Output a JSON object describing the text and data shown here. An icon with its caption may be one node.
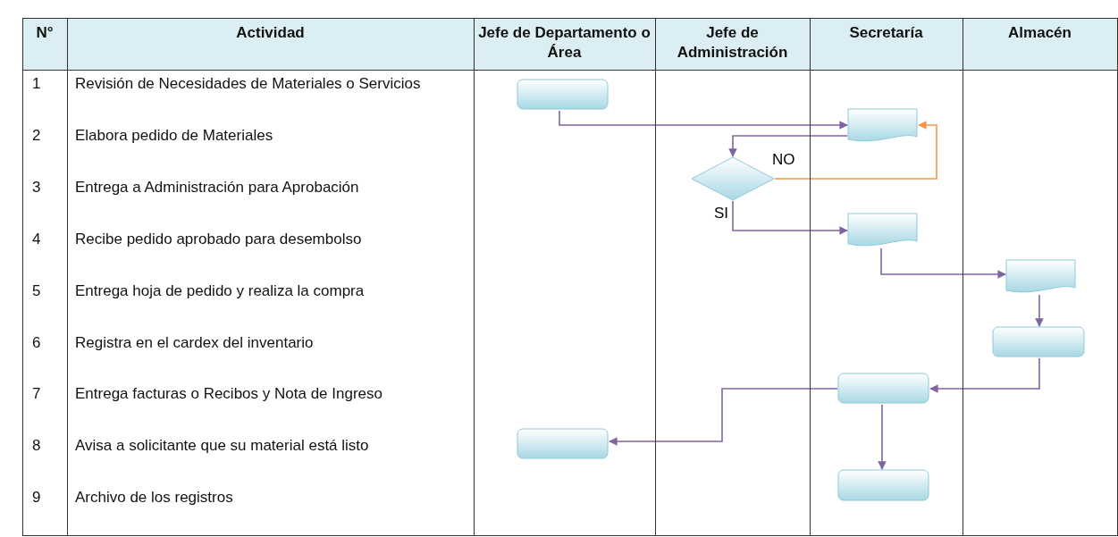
{
  "diagram": {
    "nodes": [
      {
        "text": [],
        "shape": "box"
      },
      {
        "text": [],
        "shape": "document"
      },
      {
        "text": [],
        "shape": "diamond"
      },
      {
        "text": [],
        "shape": "document"
      },
      {
        "text": [],
        "shape": "document"
      },
      {
        "text": [],
        "shape": "box"
      },
      {
        "text": [],
        "shape": "box"
      },
      {
        "text": [],
        "shape": "box"
      },
      {
        "text": [],
        "shape": "box"
      }
    ],
    "edges": [
      {
        "from": 0,
        "to": 1,
        "arrow": "to"
      },
      {
        "from": 1,
        "to": 2,
        "arrow": "to"
      },
      {
        "from": 2,
        "to": 1,
        "arrow": "to",
        "label": "NO",
        "color": "#f79646"
      },
      {
        "from": 2,
        "to": 3,
        "arrow": "to",
        "label": "SI"
      },
      {
        "from": 3,
        "to": 4,
        "arrow": "to"
      },
      {
        "from": 4,
        "to": 5,
        "arrow": "to"
      },
      {
        "from": 5,
        "to": 6,
        "arrow": "to"
      },
      {
        "from": 6,
        "to": 7,
        "arrow": "to"
      },
      {
        "from": 6,
        "to": 8,
        "arrow": "to"
      }
    ],
    "labels": [
      "N°",
      "Actividad",
      "Jefe de Departamento o Área",
      "Jefe de Administración",
      "Secretaría",
      "Almacén",
      "1",
      "Revisión de Necesidades de Materiales o Servicios",
      "2",
      "Elabora pedido de Materiales",
      "3",
      "Entrega a Administración para Aprobación",
      "4",
      "Recibe pedido aprobado para desembolso",
      "5",
      "Entrega hoja de pedido y realiza la compra",
      "6",
      "Registra en el cardex del inventario",
      "7",
      "Entrega facturas o Recibos y Nota de Ingreso",
      "8",
      "Avisa a solicitante que su material está listo",
      "9",
      "Archivo de los registros"
    ]
  }
}
